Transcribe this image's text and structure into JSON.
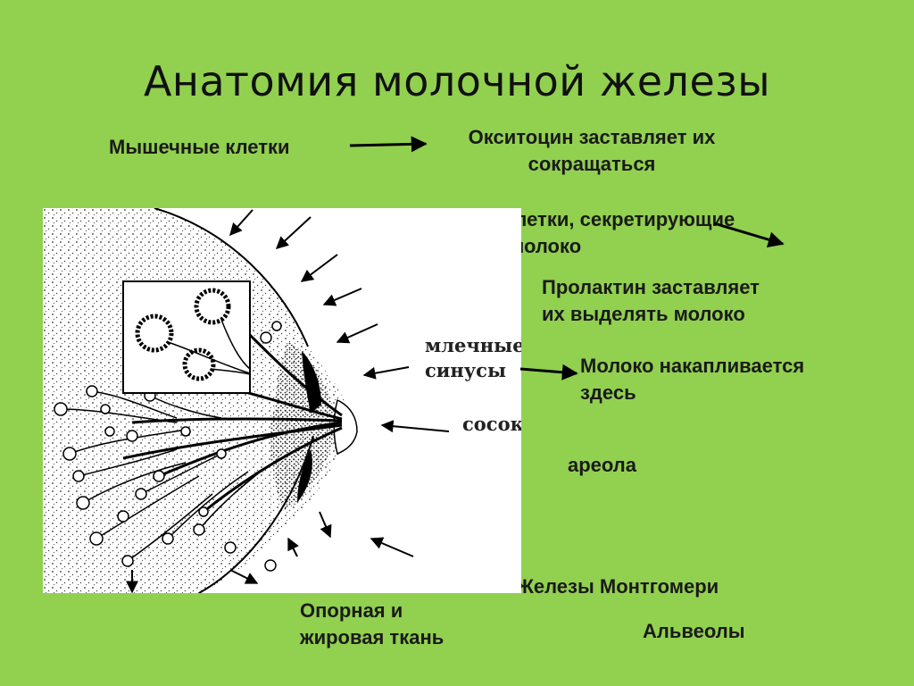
{
  "slide": {
    "title": "Анатомия молочной железы",
    "background": "#92d050"
  },
  "labels": {
    "muscle_cells": "Мышечные клетки",
    "oxytocin_line1": "Окситоцин заставляет их",
    "oxytocin_line2": "сокращаться",
    "secreting_line1": "Клетки, секретирующие",
    "secreting_line2": "молоко",
    "prolactin_line1": "Пролактин заставляет",
    "prolactin_line2": "их выделять молоко",
    "milk_line1": "Молоко накапливается",
    "milk_line2": "здесь",
    "areola": "ареола",
    "montgomery": "Железы Монтгомери",
    "support_line1": "Опорная и",
    "support_line2": "жировая ткань",
    "alveoli": "Альвеолы"
  },
  "diagram": {
    "sinuses_line1": "млечные",
    "sinuses_line2": "синусы",
    "nipple": "сосок"
  }
}
